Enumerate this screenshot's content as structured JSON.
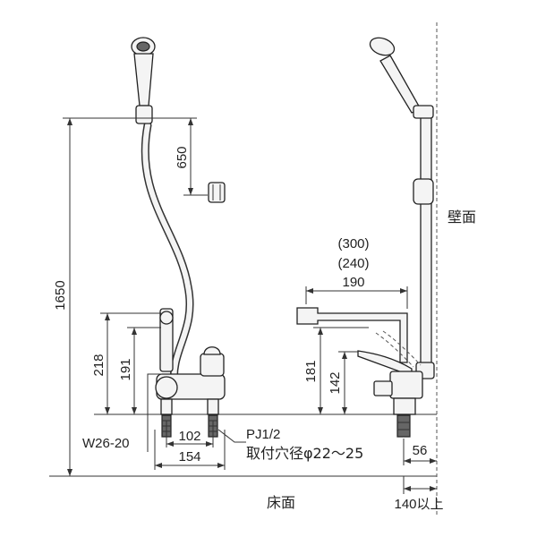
{
  "labels": {
    "wall": "壁面",
    "floor": "床面",
    "pipe_thread": "PJ1/2",
    "mount_hole": "取付穴径φ22～25",
    "thread_w": "W26-20"
  },
  "dims": {
    "d1650": "1650",
    "d650": "650",
    "d218": "218",
    "d191": "191",
    "d102": "102",
    "d154": "154",
    "d300": "(300)",
    "d240": "(240)",
    "d190": "190",
    "d181": "181",
    "d142": "142",
    "d56": "56",
    "d140": "140以上"
  }
}
